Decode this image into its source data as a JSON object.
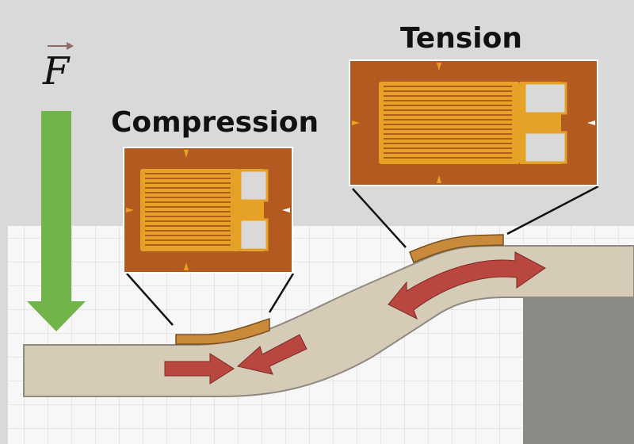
{
  "labels": {
    "compression": "Compression",
    "tension": "Tension",
    "force_symbol": "F"
  },
  "colors": {
    "background_gray": "#d9d9d9",
    "grid_bg": "#f7f7f7",
    "grid_line": "#d4d4d4",
    "beam": "#d6cbb7",
    "support": "#8c8a87",
    "force_arrow": "#71b44a",
    "stress_arrow": "#b9473f",
    "gauge_backing": "#b25a20",
    "gauge_foil": "#e4a227",
    "gauge_strip": "#c98b3a"
  },
  "icons": {
    "force": "down-arrow-icon",
    "vector": "vector-arrow-icon",
    "stress": "curved-double-arrow-icon"
  }
}
